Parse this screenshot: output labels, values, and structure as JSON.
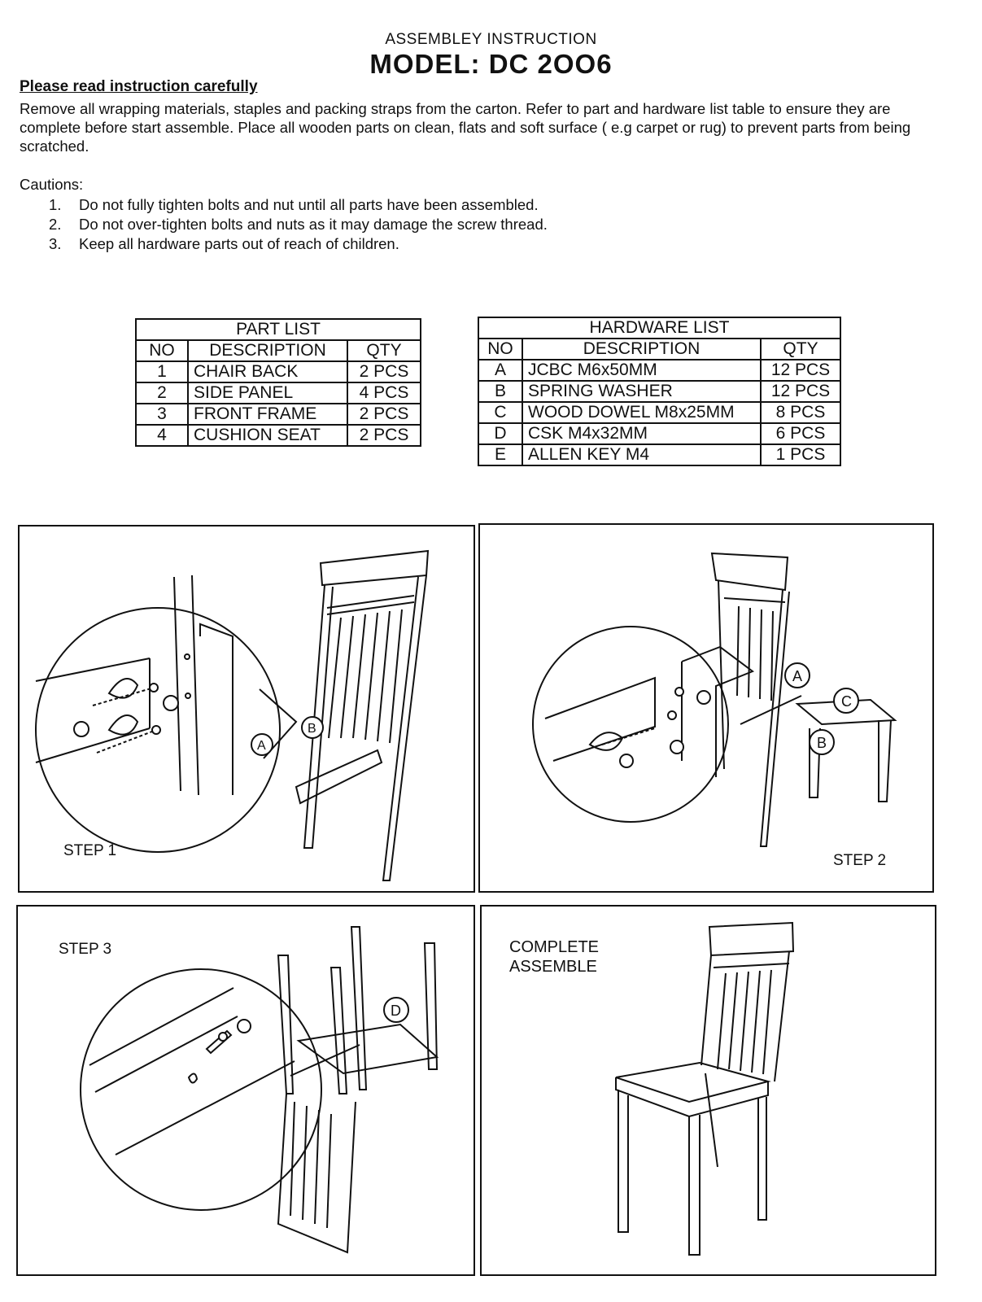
{
  "header": {
    "subtitle": "ASSEMBLEY INSTRUCTION",
    "title": "MODEL: DC 2OO6"
  },
  "instructions": {
    "heading": "Please read instruction carefully",
    "intro": "Remove all wrapping materials, staples and packing straps from the carton. Refer to part and hardware list table to ensure they are complete before start assemble. Place all wooden parts on clean, flats and soft surface ( e.g carpet or rug) to prevent parts from being scratched.",
    "cautions_label": "Cautions:",
    "cautions": [
      {
        "num": "1.",
        "text": "Do not fully tighten bolts and nut until all parts have been assembled."
      },
      {
        "num": "2.",
        "text": "Do not over-tighten bolts and nuts as it may damage the screw thread."
      },
      {
        "num": "3.",
        "text": "Keep all hardware parts out of reach of children."
      }
    ]
  },
  "part_list": {
    "title": "PART LIST",
    "headers": [
      "NO",
      "DESCRIPTION",
      "QTY"
    ],
    "rows": [
      [
        "1",
        "CHAIR BACK",
        "2 PCS"
      ],
      [
        "2",
        "SIDE PANEL",
        "4 PCS"
      ],
      [
        "3",
        "FRONT FRAME",
        "2 PCS"
      ],
      [
        "4",
        "CUSHION SEAT",
        "2 PCS"
      ]
    ]
  },
  "hardware_list": {
    "title": "HARDWARE LIST",
    "headers": [
      "NO",
      "DESCRIPTION",
      "QTY"
    ],
    "rows": [
      [
        "A",
        "JCBC M6x50MM",
        "12 PCS"
      ],
      [
        "B",
        "SPRING WASHER",
        "12 PCS"
      ],
      [
        "C",
        "WOOD DOWEL M8x25MM",
        "8 PCS"
      ],
      [
        "D",
        "CSK M4x32MM",
        "6 PCS"
      ],
      [
        "E",
        "ALLEN KEY M4",
        "1 PCS"
      ]
    ]
  },
  "steps": {
    "step1": {
      "label": "STEP 1",
      "callouts": [
        "A",
        "B"
      ]
    },
    "step2": {
      "label": "STEP 2",
      "callouts": [
        "A",
        "C",
        "B"
      ]
    },
    "step3": {
      "label": "STEP 3",
      "callouts": [
        "D"
      ]
    },
    "complete": {
      "line1": "COMPLETE",
      "line2": "ASSEMBLE"
    }
  }
}
